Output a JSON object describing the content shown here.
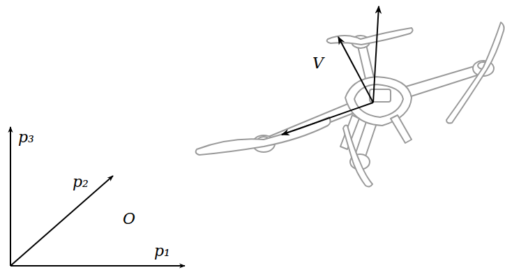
{
  "diagram": {
    "labels": [
      "p₃",
      "p₂",
      "O",
      "p₁",
      "V"
    ]
  }
}
